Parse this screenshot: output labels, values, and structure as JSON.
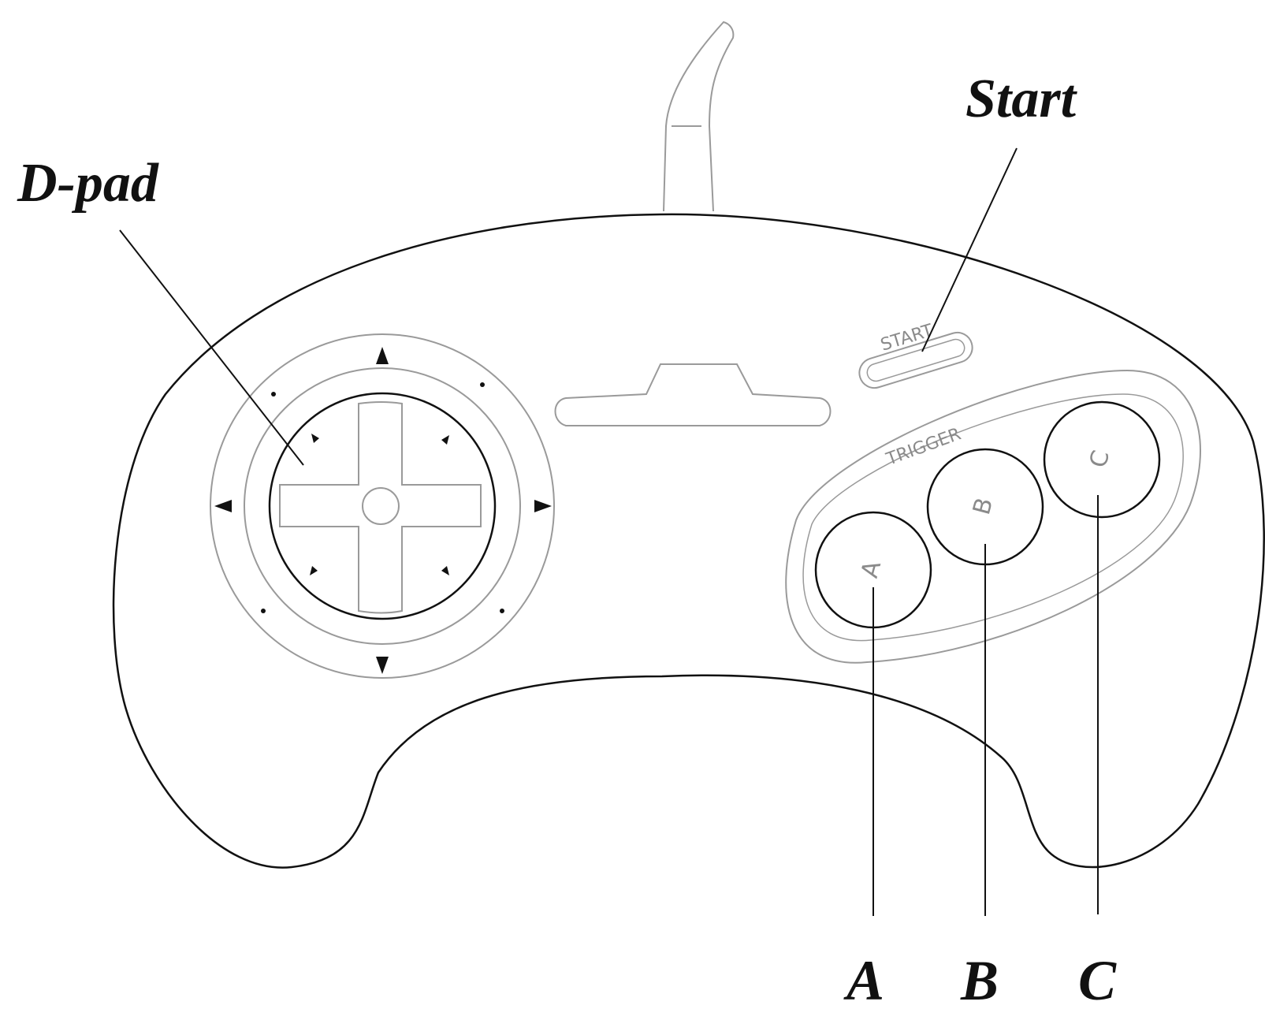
{
  "callouts": {
    "dpad": "D-pad",
    "start": "Start",
    "button_a": "A",
    "button_b": "B",
    "button_c": "C"
  },
  "controller_markings": {
    "start": "START",
    "trigger": "TRIGGER",
    "button_a": "A",
    "button_b": "B",
    "button_c": "C"
  },
  "colors": {
    "line": "#111111",
    "faint_line": "#9a9a9a",
    "background": "#ffffff"
  }
}
